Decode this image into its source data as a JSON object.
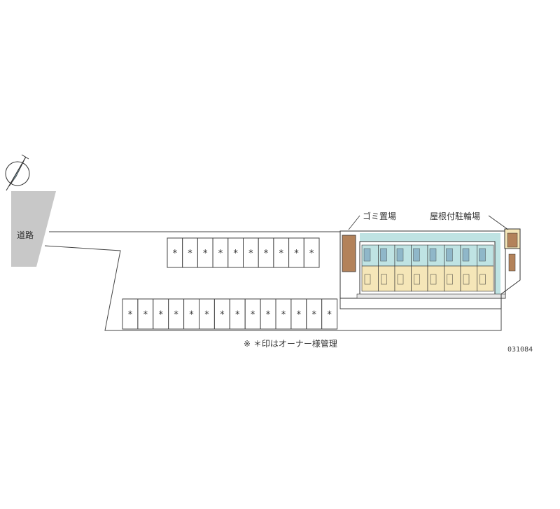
{
  "labels": {
    "road": "道路",
    "garbage": "ゴミ置場",
    "bike_parking": "屋根付駐輪場",
    "note": "※ ＊印はオーナー様管理",
    "code": "031084"
  },
  "parking": {
    "space_mark": "*",
    "top_row_count": 10,
    "bottom_row_count": 14
  },
  "building": {
    "unit_count": 8
  },
  "colors": {
    "road": "#c8c8c8",
    "building_floor": "#f5e6b8",
    "building_cyan": "#bfe3e3",
    "unit_stair": "#8fb7c9",
    "garbage_area": "#b3825a",
    "outline": "#333333"
  },
  "icons": {
    "compass": "north-arrow-icon"
  }
}
